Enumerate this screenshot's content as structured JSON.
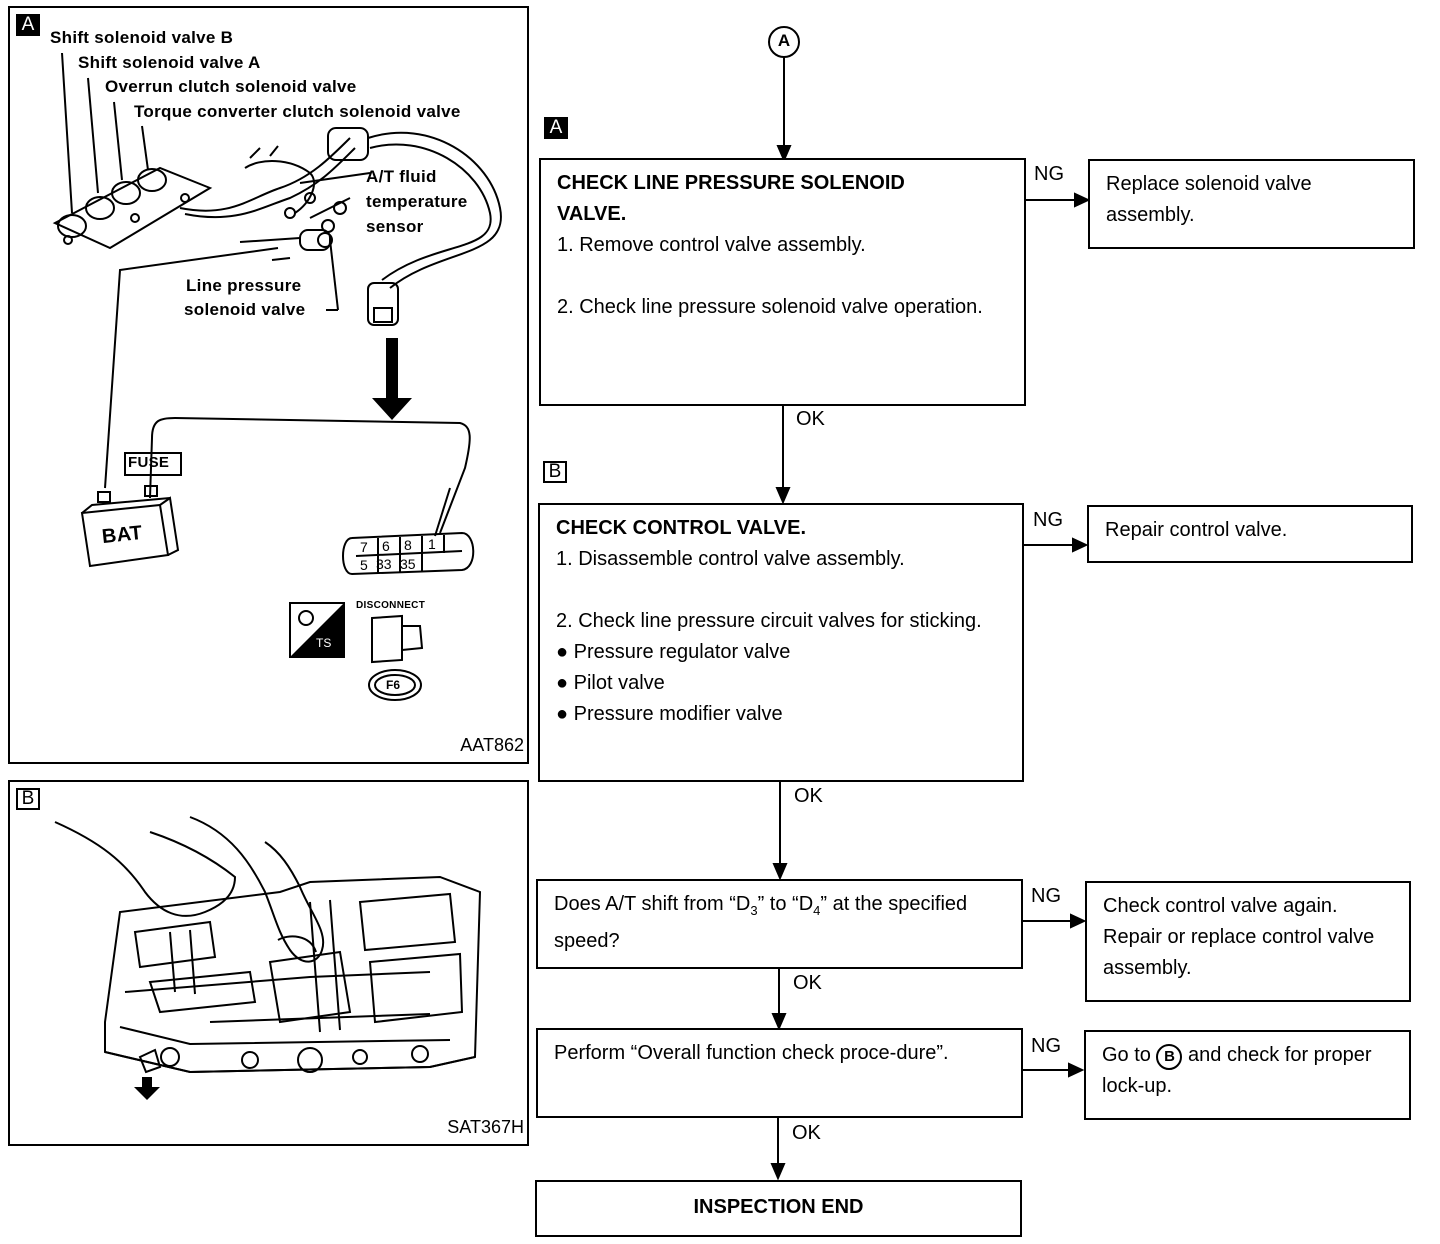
{
  "figure_a": {
    "tag": "A",
    "labels": {
      "shift_b": "Shift solenoid valve B",
      "shift_a": "Shift solenoid valve A",
      "overrun": "Overrun clutch solenoid valve",
      "torque": "Torque converter clutch solenoid valve",
      "fluid_1": "A/T fluid",
      "fluid_2": "temperature",
      "fluid_3": "sensor",
      "line_1": "Line pressure",
      "line_2": "solenoid valve",
      "fuse": "FUSE",
      "bat": "BAT",
      "disconnect": "DISCONNECT",
      "ts": "TS",
      "f6": "F6"
    },
    "connector_pins": [
      "7",
      "6",
      "8",
      "1",
      "5",
      "33",
      "35"
    ],
    "code": "AAT862"
  },
  "figure_b": {
    "tag": "B",
    "code": "SAT367H"
  },
  "flow": {
    "start": "A",
    "step_a": {
      "tag": "A",
      "title_1": "CHECK LINE PRESSURE SOLENOID",
      "title_2": "VALVE.",
      "item1": "1.  Remove control valve assembly.",
      "item2": "2.  Check line pressure solenoid valve operation."
    },
    "ng_a": {
      "label": "NG",
      "text": "Replace solenoid valve assembly."
    },
    "ok1": "OK",
    "step_b": {
      "tag": "B",
      "title": "CHECK CONTROL VALVE.",
      "item1": "1. Disassemble control valve assembly.",
      "item2": "2. Check line pressure circuit valves for sticking.",
      "bullets": [
        "Pressure regulator valve",
        "Pilot valve",
        "Pressure modifier valve"
      ]
    },
    "ng_b": {
      "label": "NG",
      "text": "Repair control valve."
    },
    "ok2": "OK",
    "step_c": {
      "text_pre": "Does A/T shift from “D",
      "sub1": "3",
      "text_mid": "” to “D",
      "sub2": "4",
      "text_post": "” at the specified speed?"
    },
    "ng_c": {
      "label": "NG",
      "line1": "Check control valve again.",
      "line2": "Repair or replace control valve assembly."
    },
    "ok3": "OK",
    "step_d": {
      "text": "Perform “Overall function check proce-dure”."
    },
    "ng_d": {
      "label": "NG",
      "pre": "Go to",
      "circle": "B",
      "post": "and check for proper lock-up."
    },
    "ok4": "OK",
    "end": "INSPECTION END"
  }
}
